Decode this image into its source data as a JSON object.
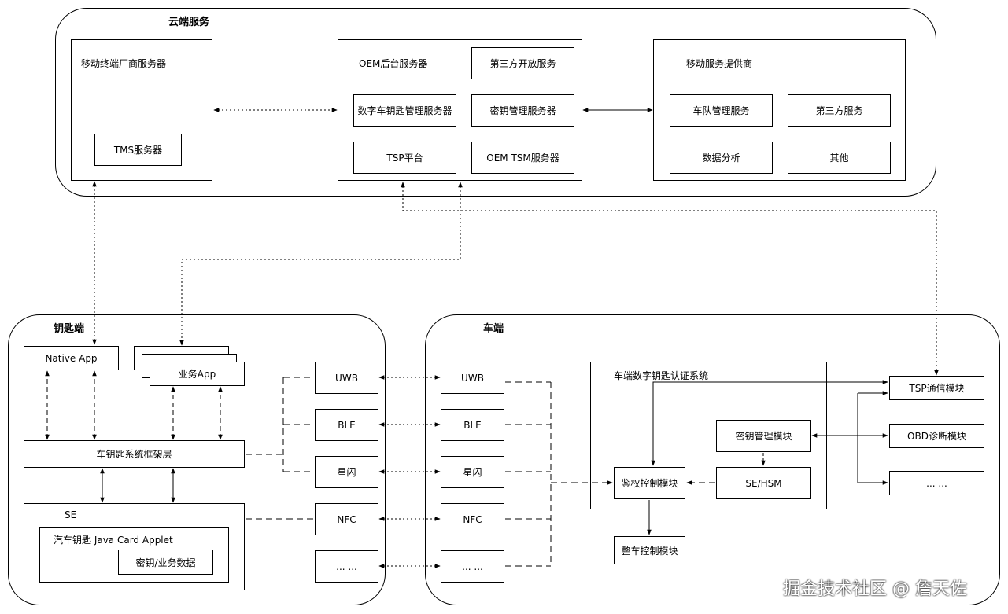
{
  "cloud": {
    "title": "云端服务",
    "mobile_vendor": {
      "title": "移动终端厂商服务器",
      "tms": "TMS服务器"
    },
    "oem": {
      "title": "OEM后台服务器",
      "third_party_open": "第三方开放服务",
      "digital_key_mgmt": "数字车钥匙管理服务器",
      "key_mgmt": "密钥管理服务器",
      "tsp": "TSP平台",
      "oem_tsm": "OEM TSM服务器"
    },
    "mobile_provider": {
      "title": "移动服务提供商",
      "fleet": "车队管理服务",
      "third_party": "第三方服务",
      "analytics": "数据分析",
      "other": "其他"
    }
  },
  "key_side": {
    "title": "钥匙端",
    "native_app": "Native App",
    "biz_app": "业务App",
    "framework": "车钥匙系统框架层",
    "se": "SE",
    "applet": "汽车钥匙 Java Card Applet",
    "key_data": "密钥/业务数据",
    "channels": [
      "UWB",
      "BLE",
      "星闪",
      "NFC",
      "... ..."
    ]
  },
  "car_side": {
    "title": "车端",
    "channels": [
      "UWB",
      "BLE",
      "星闪",
      "NFC",
      "... ..."
    ],
    "auth_system": "车端数字钥匙认证系统",
    "key_mgmt_module": "密钥管理模块",
    "se_hsm": "SE/HSM",
    "auth_ctrl": "鉴权控制模块",
    "vehicle_ctrl": "整车控制模块",
    "tsp_comm": "TSP通信模块",
    "obd": "OBD诊断模块",
    "more": "... ..."
  },
  "watermark": "掘金技术社区 @ 詹天佐"
}
